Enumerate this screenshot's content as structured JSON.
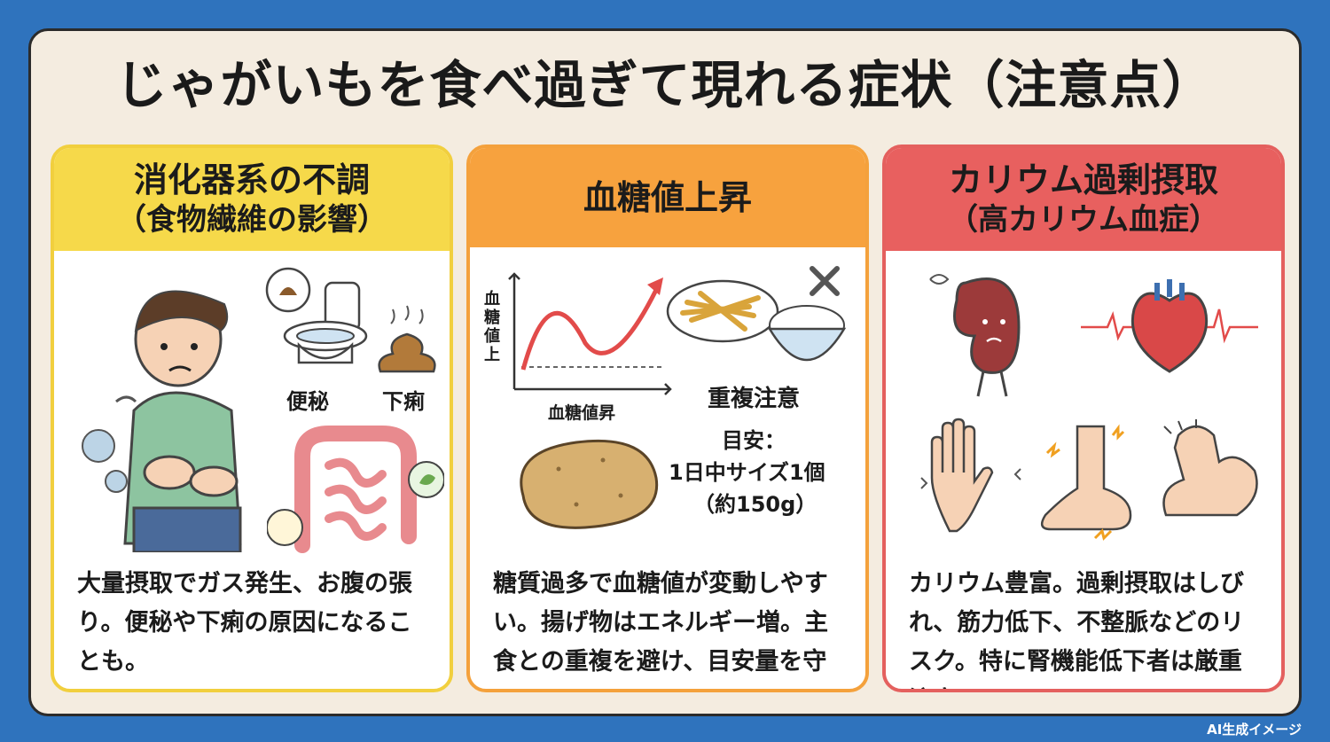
{
  "title": "じゃがいもを食べ過ぎて現れる症状（注意点）",
  "cards": [
    {
      "heading_line1": "消化器系の不調",
      "heading_line2": "（食物繊維の影響）",
      "labels": [
        "便秘",
        "下痢"
      ],
      "description": "大量摂取でガス発生、お腹の張り。便秘や下痢の原因になることも。",
      "color": "#f6d94a"
    },
    {
      "heading_line1": "血糖値上昇",
      "graph_ylabel": "血糖値上",
      "graph_xlabel": "血糖値昇",
      "label_overlap": "重複注意",
      "guide_line1": "目安：",
      "guide_line2": "1日中サイズ1個",
      "guide_line3": "（約150g）",
      "description": "糖質過多で血糖値が変動しやすい。揚げ物はエネルギー増。主食との重複を避け、目安量を守る。",
      "color": "#f7a23e"
    },
    {
      "heading_line1": "カリウム過剰摂取",
      "heading_line2": "（高カリウム血症）",
      "description": "カリウム豊富。過剰摂取はしびれ、筋力低下、不整脈などのリスク。特に腎機能低下者は厳重注意。",
      "color": "#e8605f"
    }
  ],
  "footnote": "AI生成イメージ",
  "icons": [
    "stomach-ache-person-icon",
    "toilet-icon",
    "poop-icon",
    "intestine-icon",
    "blood-sugar-graph-icon",
    "fries-icon",
    "rice-bowl-icon",
    "cross-icon",
    "potato-icon",
    "sad-kidney-icon",
    "heart-icon",
    "numb-hand-icon",
    "numb-foot-icon",
    "weak-arm-icon"
  ]
}
